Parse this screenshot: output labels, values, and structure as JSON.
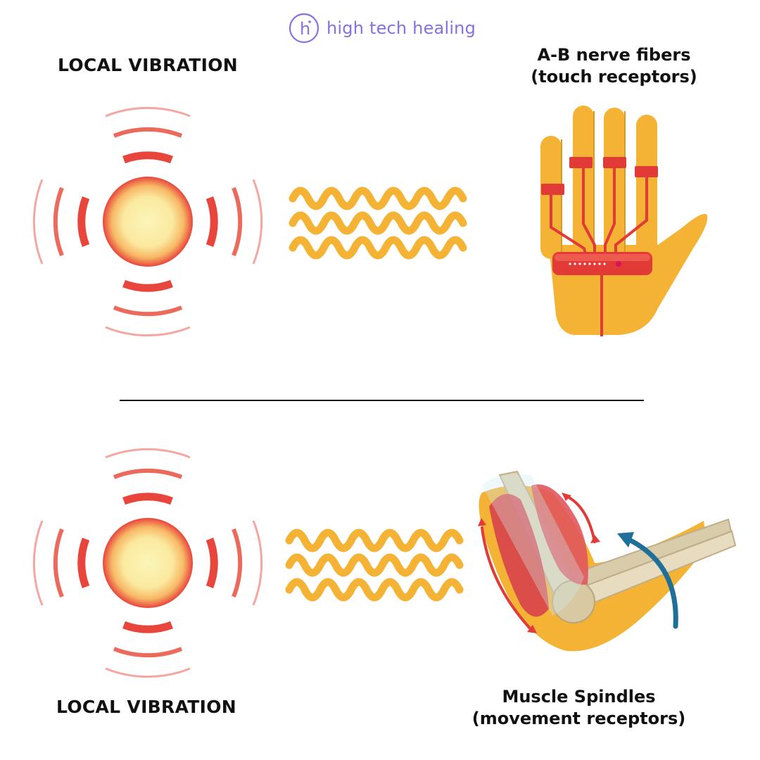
{
  "brand": {
    "logo_letter": "h",
    "name": "high tech healing"
  },
  "top_section": {
    "heading": "LOCAL VIBRATION",
    "caption_line1": "A-B nerve fibers",
    "caption_line2": "(touch receptors)"
  },
  "bottom_section": {
    "heading": "LOCAL VIBRATION",
    "caption_line1": "Muscle Spindles",
    "caption_line2": "(movement receptors)"
  },
  "colors": {
    "brand_purple": "#8a6fe0",
    "wave_orange": "#f5b335",
    "hand_orange": "#f5b335",
    "nerve_red": "#e23a36",
    "ring_red": "#e8453c",
    "ring_light": "#f4a7a0",
    "core_yellow": "#fbf0a8",
    "arrow_blue": "#1f6f98"
  },
  "icons": {
    "vibration_source": "vibration-source-icon",
    "waves": "vibration-waves-icon",
    "hand": "hand-nerve-icon",
    "elbow": "elbow-muscle-icon",
    "logo": "logo-icon"
  }
}
